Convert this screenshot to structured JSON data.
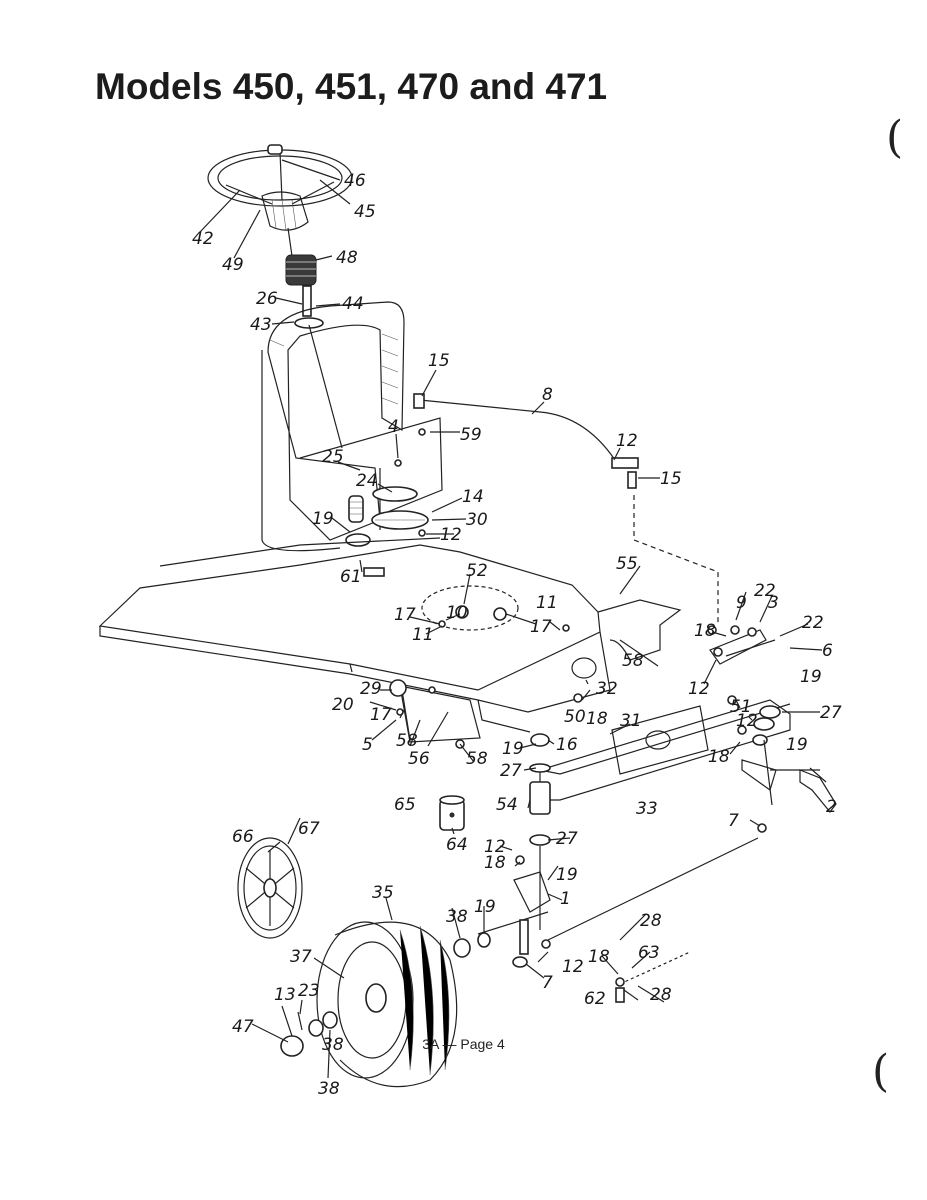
{
  "title": "Models 450, 451, 470 and 471",
  "footer": "3A — Page 4",
  "diagram": {
    "parts": {
      "steering_wheel": "steering-wheel",
      "wheel": "front-wheel",
      "hubcap": "hubcap",
      "axle": "front-axle",
      "drag_link": "drag-link",
      "console": "steering-console",
      "frame": "frame-deck"
    },
    "callouts": [
      {
        "id": "46",
        "label": "46"
      },
      {
        "id": "45",
        "label": "45"
      },
      {
        "id": "42",
        "label": "42"
      },
      {
        "id": "49",
        "label": "49"
      },
      {
        "id": "48",
        "label": "48"
      },
      {
        "id": "26",
        "label": "26"
      },
      {
        "id": "44",
        "label": "44"
      },
      {
        "id": "43",
        "label": "43"
      },
      {
        "id": "15a",
        "label": "15"
      },
      {
        "id": "8",
        "label": "8"
      },
      {
        "id": "59",
        "label": "59"
      },
      {
        "id": "4",
        "label": "4"
      },
      {
        "id": "25",
        "label": "25"
      },
      {
        "id": "12a",
        "label": "12"
      },
      {
        "id": "15b",
        "label": "15"
      },
      {
        "id": "24",
        "label": "24"
      },
      {
        "id": "14",
        "label": "14"
      },
      {
        "id": "30",
        "label": "30"
      },
      {
        "id": "19a",
        "label": "19"
      },
      {
        "id": "12b",
        "label": "12"
      },
      {
        "id": "61",
        "label": "61"
      },
      {
        "id": "52",
        "label": "52"
      },
      {
        "id": "55",
        "label": "55"
      },
      {
        "id": "17a",
        "label": "17"
      },
      {
        "id": "10",
        "label": "10"
      },
      {
        "id": "11a",
        "label": "11"
      },
      {
        "id": "11b",
        "label": "11"
      },
      {
        "id": "17b",
        "label": "17"
      },
      {
        "id": "22a",
        "label": "22"
      },
      {
        "id": "9",
        "label": "9"
      },
      {
        "id": "3",
        "label": "3"
      },
      {
        "id": "22b",
        "label": "22"
      },
      {
        "id": "18a",
        "label": "18"
      },
      {
        "id": "58a",
        "label": "58"
      },
      {
        "id": "6",
        "label": "6"
      },
      {
        "id": "19b",
        "label": "19"
      },
      {
        "id": "29",
        "label": "29"
      },
      {
        "id": "32",
        "label": "32"
      },
      {
        "id": "12c",
        "label": "12"
      },
      {
        "id": "20",
        "label": "20"
      },
      {
        "id": "17c",
        "label": "17"
      },
      {
        "id": "50",
        "label": "50"
      },
      {
        "id": "18b",
        "label": "18"
      },
      {
        "id": "31",
        "label": "31"
      },
      {
        "id": "51",
        "label": "51"
      },
      {
        "id": "12d",
        "label": "12"
      },
      {
        "id": "27a",
        "label": "27"
      },
      {
        "id": "5",
        "label": "5"
      },
      {
        "id": "58b",
        "label": "58"
      },
      {
        "id": "56",
        "label": "56"
      },
      {
        "id": "58c",
        "label": "58"
      },
      {
        "id": "19c",
        "label": "19"
      },
      {
        "id": "16",
        "label": "16"
      },
      {
        "id": "18c",
        "label": "18"
      },
      {
        "id": "19d",
        "label": "19"
      },
      {
        "id": "27b",
        "label": "27"
      },
      {
        "id": "2",
        "label": "2"
      },
      {
        "id": "65",
        "label": "65"
      },
      {
        "id": "54",
        "label": "54"
      },
      {
        "id": "33",
        "label": "33"
      },
      {
        "id": "64",
        "label": "64"
      },
      {
        "id": "7a",
        "label": "7"
      },
      {
        "id": "66",
        "label": "66"
      },
      {
        "id": "67",
        "label": "67"
      },
      {
        "id": "12e",
        "label": "12"
      },
      {
        "id": "27c",
        "label": "27"
      },
      {
        "id": "18d",
        "label": "18"
      },
      {
        "id": "19e",
        "label": "19"
      },
      {
        "id": "1",
        "label": "1"
      },
      {
        "id": "35",
        "label": "35"
      },
      {
        "id": "38a",
        "label": "38"
      },
      {
        "id": "19f",
        "label": "19"
      },
      {
        "id": "28a",
        "label": "28"
      },
      {
        "id": "37",
        "label": "37"
      },
      {
        "id": "12f",
        "label": "12"
      },
      {
        "id": "7b",
        "label": "7"
      },
      {
        "id": "18e",
        "label": "18"
      },
      {
        "id": "63",
        "label": "63"
      },
      {
        "id": "13",
        "label": "13"
      },
      {
        "id": "23",
        "label": "23"
      },
      {
        "id": "62",
        "label": "62"
      },
      {
        "id": "28b",
        "label": "28"
      },
      {
        "id": "47",
        "label": "47"
      },
      {
        "id": "38b",
        "label": "38"
      },
      {
        "id": "38c",
        "label": "38"
      }
    ]
  }
}
